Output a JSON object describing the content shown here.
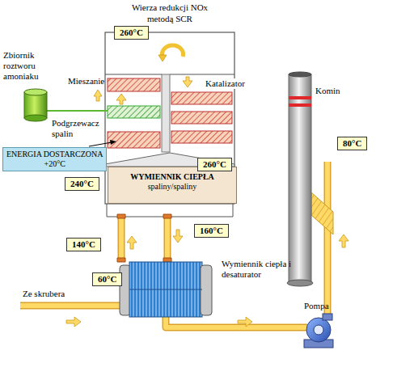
{
  "diagram": {
    "nodes": [
      {
        "text": [
          "Wierza redukcji NOx metodą SCR"
        ]
      },
      {
        "text": [
          "260°C"
        ],
        "in": 0
      },
      {
        "text": [
          "ENERGIA DOSTARCZONA",
          "+20°C"
        ]
      },
      {
        "text": [
          "WYMIENNIK CIEPŁA",
          "spaliny/spaliny"
        ],
        "in": 0
      },
      {
        "text": [
          "240°C"
        ]
      },
      {
        "text": [
          "260°C"
        ]
      },
      {
        "text": [
          "140°C"
        ]
      },
      {
        "text": [
          "160°C"
        ]
      },
      {
        "text": [
          "60°C"
        ]
      },
      {
        "text": [
          "80°C"
        ]
      }
    ],
    "labels": [
      "Zbiornik roztworu amoniaku",
      "Mieszanie",
      "Katalizator",
      "Podgrzewacz spalin",
      "Ze skrubera",
      "Wymiennik ciepła i desaturator",
      "Pompa",
      "Komin"
    ]
  }
}
